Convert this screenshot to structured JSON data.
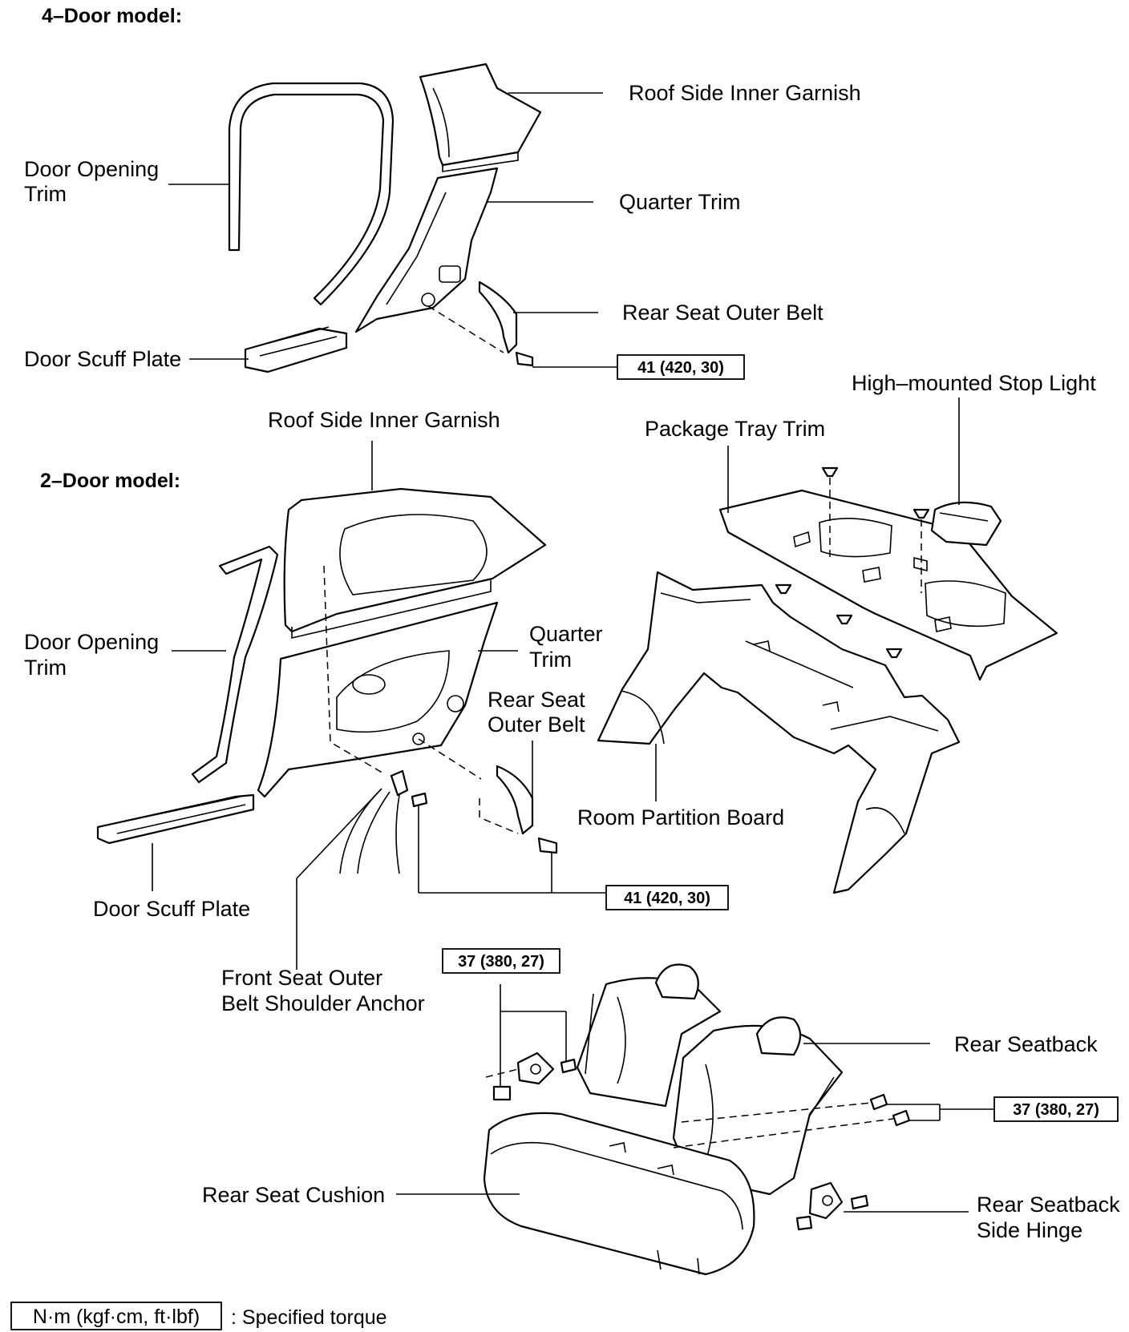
{
  "four_door": {
    "heading": "4–Door model:",
    "roof_side_inner_garnish": "Roof Side Inner Garnish",
    "door_opening_trim_1": "Door Opening",
    "door_opening_trim_2": "Trim",
    "quarter_trim": "Quarter Trim",
    "rear_seat_outer_belt": "Rear Seat Outer Belt",
    "door_scuff_plate": "Door Scuff Plate",
    "torque": "41 (420, 30)"
  },
  "two_door": {
    "heading": "2–Door model:",
    "roof_side_inner_garnish": "Roof Side Inner Garnish",
    "door_opening_trim_1": "Door Opening",
    "door_opening_trim_2": "Trim",
    "quarter_trim_1": "Quarter",
    "quarter_trim_2": "Trim",
    "rear_seat_outer_belt_1": "Rear Seat",
    "rear_seat_outer_belt_2": "Outer Belt",
    "door_scuff_plate": "Door Scuff Plate",
    "front_seat_anchor_1": "Front Seat Outer",
    "front_seat_anchor_2": "Belt Shoulder Anchor",
    "torque": "41 (420, 30)"
  },
  "rear": {
    "high_mounted_stop_light": "High–mounted Stop Light",
    "package_tray_trim": "Package Tray Trim",
    "room_partition_board": "Room Partition Board"
  },
  "seat": {
    "torque_left": "37 (380, 27)",
    "torque_right": "37 (380, 27)",
    "rear_seatback": "Rear Seatback",
    "rear_seat_cushion": "Rear Seat Cushion",
    "side_hinge_1": "Rear Seatback",
    "side_hinge_2": "Side Hinge"
  },
  "legend": {
    "unit": "N·m (kgf·cm, ft·lbf)",
    "meaning": ": Specified torque"
  }
}
